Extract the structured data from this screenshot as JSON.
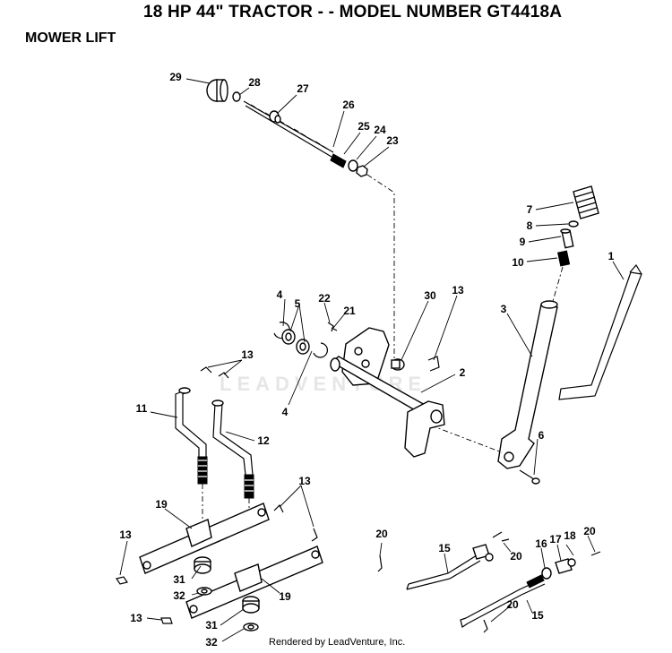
{
  "header": {
    "title": "18 HP 44\" TRACTOR - - MODEL NUMBER GT4418A",
    "section": "MOWER LIFT"
  },
  "footer": {
    "credit": "Rendered by LeadVenture, Inc."
  },
  "watermark": {
    "text": "LEADVENTURE"
  },
  "callouts": {
    "c29": "29",
    "c28": "28",
    "c27": "27",
    "c26": "26",
    "c25": "25",
    "c24": "24",
    "c23": "23",
    "c7": "7",
    "c8": "8",
    "c9": "9",
    "c10": "10",
    "c1": "1",
    "c3": "3",
    "c4a": "4",
    "c5": "5",
    "c22": "22",
    "c21": "21",
    "c30": "30",
    "c13a": "13",
    "c4b": "4",
    "c13b": "13",
    "c2": "2",
    "c11": "11",
    "c12": "12",
    "c6": "6",
    "c19a": "19",
    "c13c": "13",
    "c13d": "13",
    "c31a": "31",
    "c32a": "32",
    "c19b": "19",
    "c13e": "13",
    "c31b": "31",
    "c32b": "32",
    "c20a": "20",
    "c15a": "15",
    "c20b": "20",
    "c16": "16",
    "c17": "17",
    "c18": "18",
    "c20c": "20",
    "c20d": "20",
    "c15b": "15"
  }
}
